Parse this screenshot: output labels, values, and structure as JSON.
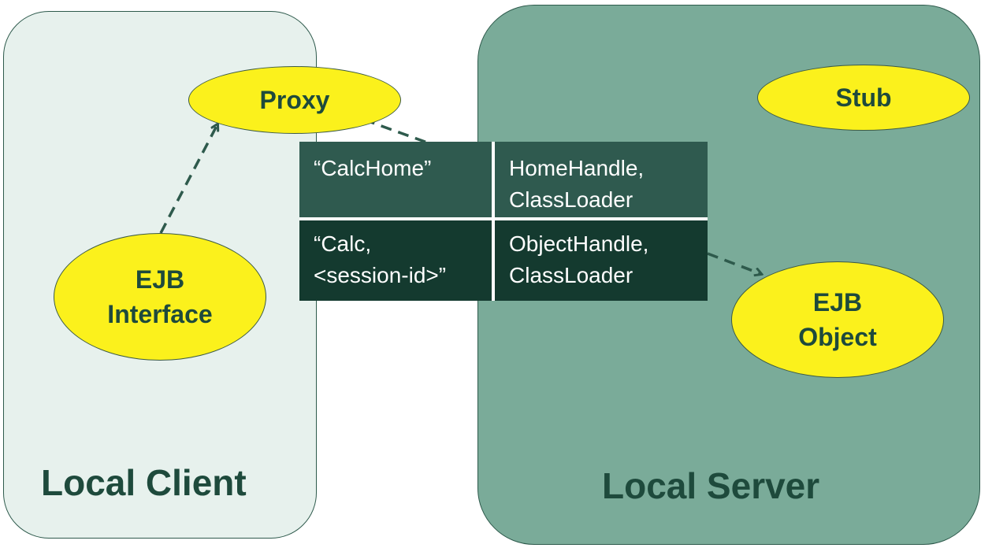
{
  "regions": {
    "client": {
      "label": "Local Client",
      "fill": "#e7f1ed"
    },
    "server": {
      "label": "Local Server",
      "fill": "#7aab99"
    }
  },
  "nodes": {
    "proxy": "Proxy",
    "stub": "Stub",
    "ejb_interface": "EJB\nInterface",
    "ejb_object": "EJB\nObject"
  },
  "table": {
    "rows": [
      {
        "key": "“CalcHome”",
        "value": "HomeHandle,\nClassLoader"
      },
      {
        "key": "“Calc,\n<session-id>”",
        "value": "ObjectHandle,\nClassLoader"
      }
    ]
  },
  "connections": [
    {
      "from": "EJB Interface",
      "to": "Proxy",
      "style": "dashed-arrow"
    },
    {
      "from": "Proxy",
      "to": "lookup table",
      "style": "dashed"
    },
    {
      "from": "lookup table",
      "to": "EJB Object",
      "style": "dashed-arrow"
    }
  ],
  "colors": {
    "node_fill": "#fbf11c",
    "text": "#1e4a3c",
    "connector": "#2e5a4c"
  }
}
